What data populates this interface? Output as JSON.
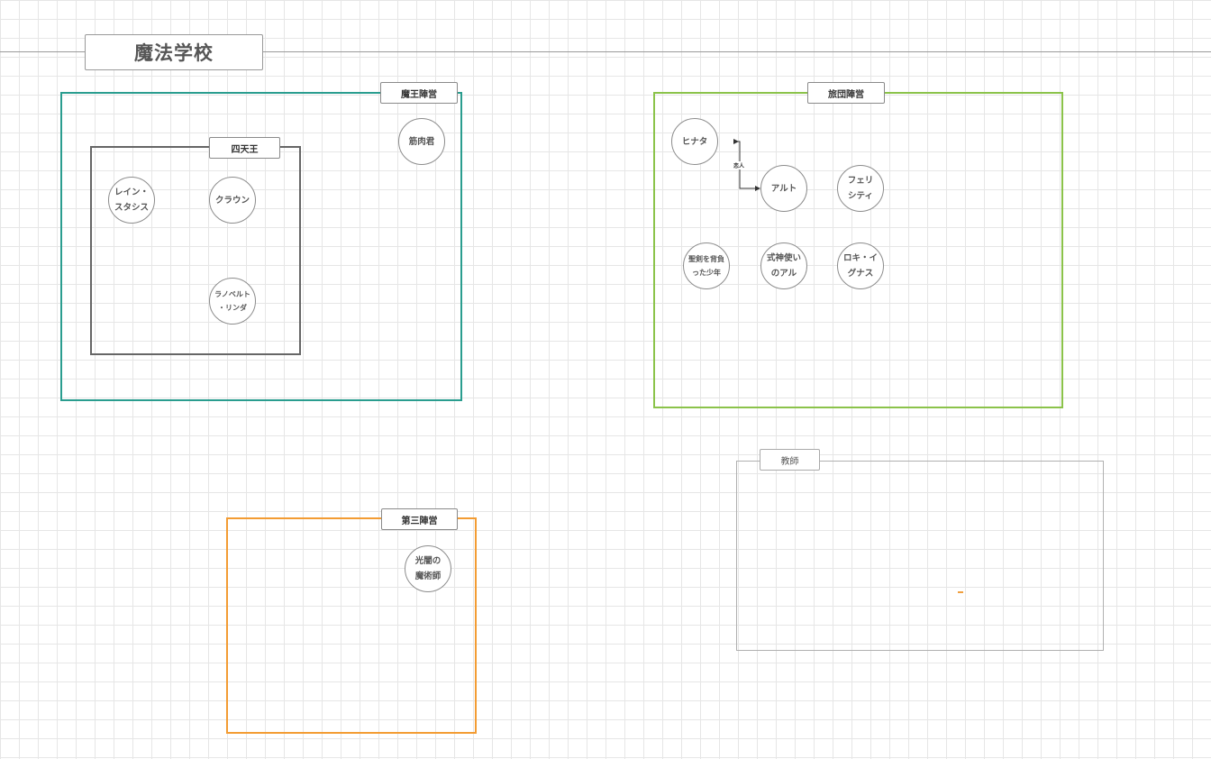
{
  "title": "魔法学校",
  "frames": {
    "maou": {
      "label": "魔王陣営",
      "color": "#2a9d8f"
    },
    "shitenno": {
      "label": "四天王",
      "color": "#666666"
    },
    "ryodan": {
      "label": "旅団陣営",
      "color": "#8bc34a"
    },
    "daisan": {
      "label": "第三陣営",
      "color": "#f39c33"
    },
    "kyoshi": {
      "label": "教師",
      "color": "#b0b0b0"
    }
  },
  "nodes": {
    "kinnikukun": "筋肉君",
    "rein": "レイン・\nスタシス",
    "crown": "クラウン",
    "ranobelt": "ラノベルト\n・リンダ",
    "hinata": "ヒナタ",
    "aruto": "アルト",
    "ferisiti": "フェリ\nシティ",
    "seiken": "聖剣を背負\nった少年",
    "shikigami": "式神使い\nのアル",
    "roki": "ロキ・イ\nグナス",
    "koyami": "光闇の\n魔術師"
  },
  "edges": {
    "hinata_aruto": {
      "label": "恋人"
    }
  }
}
